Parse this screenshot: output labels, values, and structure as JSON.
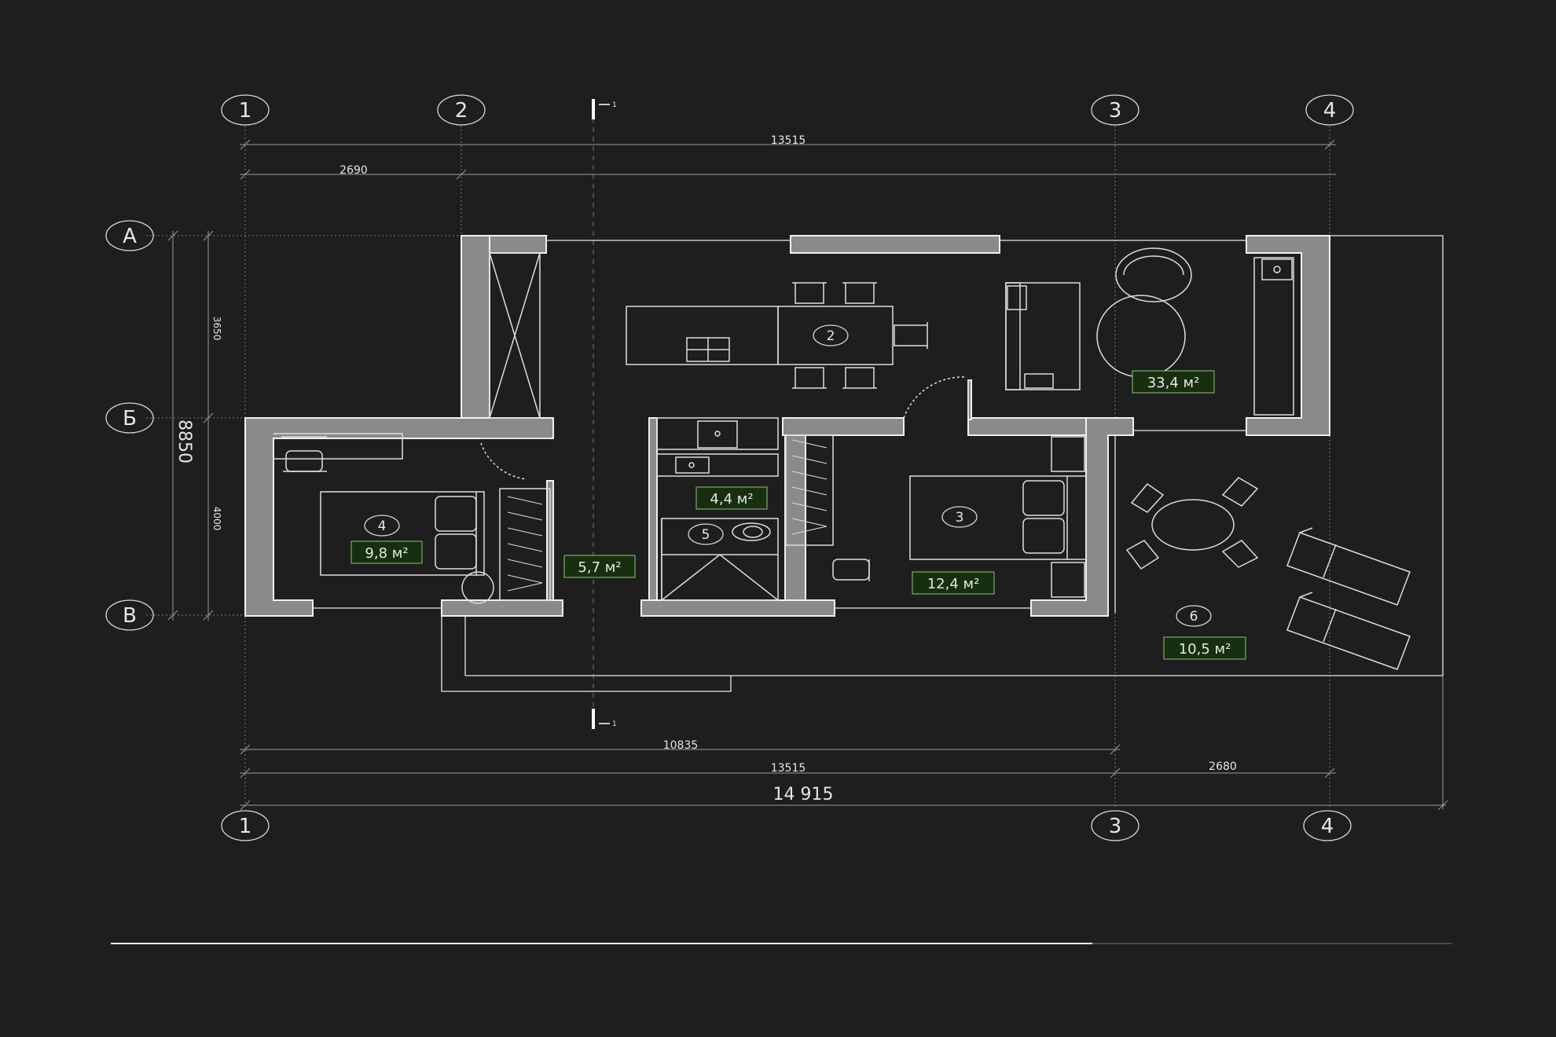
{
  "axes": {
    "top": [
      "1",
      "2",
      "3",
      "4"
    ],
    "bottom": [
      "1",
      "3",
      "4"
    ],
    "left": [
      "А",
      "Б",
      "В"
    ]
  },
  "section_mark": "1",
  "dimensions": {
    "top_overall": "13515",
    "top_segment": "2690",
    "left_upper": "3650",
    "left_lower": "4000",
    "left_overall": "8850",
    "bottom_segment": "10835",
    "bottom_main": "13515",
    "bottom_right": "2680",
    "bottom_overall": "14 915"
  },
  "rooms": [
    {
      "number": "2",
      "area": "33,4 м²"
    },
    {
      "number": "3",
      "area": "12,4 м²"
    },
    {
      "number": "4",
      "area": "9,8 м²"
    },
    {
      "number": "5",
      "area": "4,4 м²"
    },
    {
      "number": "6",
      "area": "10,5 м²"
    }
  ],
  "hall_area": "5,7 м²",
  "colors": {
    "background": "#1e1e1e",
    "wall_fill": "#8a8a8a",
    "line": "#e8e8e8",
    "area_label_bg": "#16300f",
    "area_label_border": "#8ec07c"
  }
}
